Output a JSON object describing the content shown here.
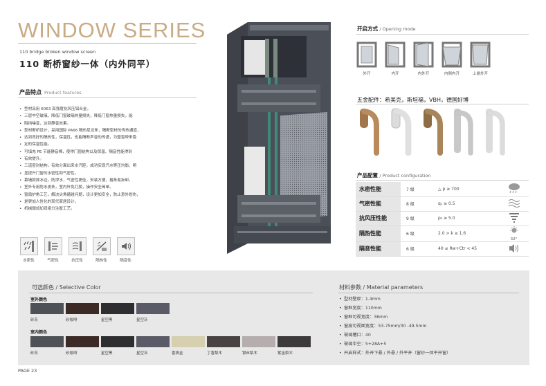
{
  "header": {
    "title": "WINDOW SERIES",
    "subtitle_en": "110 bridge broken window screen",
    "subtitle_cn": "110 断桥窗纱一体（内外同平）"
  },
  "features": {
    "heading_cn": "产品特点",
    "heading_en": "Product features",
    "items": [
      "型材采用 6063 高强度抗风压铝合金。",
      "三层中空玻璃，降低门窗玻璃热量损失，降低门窗热量损失，能",
      "阻挡噪音，达到静音效果。",
      "型材断桥设计，采用国际 PA66 隔热尼龙条，隔断型材的传热通道，",
      "达到良好的隔热性，保温性，也能隔断声音的传递，为整窗带来隐",
      "定的保温性能。",
      "可填充 PE 节能静音棉，使得门窗结构以及保温、隔音性能得到",
      "有效提升。",
      "三道密封结构，有效分离出来水汽腔，成功实现汽水等压均衡，明",
      "显提升门窗的水密性和气密性。",
      "幕墙款排水边，防渗水，气密性更佳，安装方便，格条易拆卸。",
      "室外专用防水皮条，室内外免打胶，操作安全简单。",
      "窗扇护角工艺，解决尖角磕碰问题，设计更加安全，防止意外划伤，",
      "是更加人性化的现代家居设计。",
      "机械鎚加加双组分注胶工艺。"
    ]
  },
  "perf_icons": [
    {
      "label": "水密性",
      "icon": "water-drop-icon"
    },
    {
      "label": "气密性",
      "icon": "air-icon"
    },
    {
      "label": "抗压性",
      "icon": "wind-pressure-icon"
    },
    {
      "label": "隔热性",
      "icon": "heat-insulation-icon"
    },
    {
      "label": "隔音性",
      "icon": "sound-insulation-icon"
    }
  ],
  "opening": {
    "heading_cn": "开启方式",
    "heading_en": "/ Opening mode",
    "modes": [
      "外开",
      "内开",
      "内外开",
      "内倒内开",
      "上悬外开"
    ]
  },
  "hardware": {
    "title": "五金配件：希美克，斯坦福，VBH，德国好博",
    "handle_colors": [
      "#b88a5c",
      "#eeeeee",
      "#a8865a",
      "#d8d8d8",
      "#e6e6e6"
    ]
  },
  "config": {
    "heading_cn": "产品配置",
    "heading_en": "/ Product configuration",
    "rows": [
      {
        "name": "水密性能",
        "grade": "7 级",
        "value": "△ p ≥ 700",
        "icon": "rain-cloud-icon",
        "badge": ""
      },
      {
        "name": "气密性能",
        "grade": "8 级",
        "value": "q₁ ≥ 0.5",
        "icon": "wind-waves-icon",
        "badge": ""
      },
      {
        "name": "抗风压性能",
        "grade": "9 级",
        "value": "p₃ ≥ 5.0",
        "icon": "tornado-icon",
        "badge": ""
      },
      {
        "name": "隔热性能",
        "grade": "6 级",
        "value": "2.0 > k ≥ 1.6",
        "icon": "sun-icon",
        "badge": "32°"
      },
      {
        "name": "隔音性能",
        "grade": "6 级",
        "value": "40 ≤ Rw+Ctr < 45",
        "icon": "speaker-icon",
        "badge": ""
      }
    ]
  },
  "colors": {
    "heading": "可选颜色 / Selective Color",
    "outdoor_label": "室外颜色",
    "outdoor": [
      {
        "name": "砂灰",
        "hex": "#4e5156"
      },
      {
        "name": "砂咖啡",
        "hex": "#3b2a26"
      },
      {
        "name": "星空黑",
        "hex": "#2e2e30"
      },
      {
        "name": "星空灰",
        "hex": "#5a5b66"
      }
    ],
    "indoor_label": "室内颜色",
    "indoor": [
      {
        "name": "砂灰",
        "hex": "#4e5156"
      },
      {
        "name": "砂咖啡",
        "hex": "#3b2a26"
      },
      {
        "name": "星空黑",
        "hex": "#2e2e30"
      },
      {
        "name": "星空灰",
        "hex": "#5a5b66"
      },
      {
        "name": "香槟金",
        "hex": "#d6d0b0"
      },
      {
        "name": "丁香梨木",
        "hex": "#4a4344"
      },
      {
        "name": "银丝梨木",
        "hex": "#b6aeae"
      },
      {
        "name": "紫金梨木",
        "hex": "#3d3a3b"
      }
    ]
  },
  "materials": {
    "heading": "材料参数 / Material parameters",
    "items": [
      "型材壁厚：1.4mm",
      "窗框宽度：110mm",
      "窗框可视宽度：36mm",
      "窗扇可视面宽度：53-75mm/30 -49.5mm",
      "玻璃槽口：40",
      "玻璃中空：5+28A+5",
      "开启样式：外开下悬 / 外悬 / 外平开（窗纱一体平开窗）"
    ]
  },
  "page": "PAGE 23"
}
